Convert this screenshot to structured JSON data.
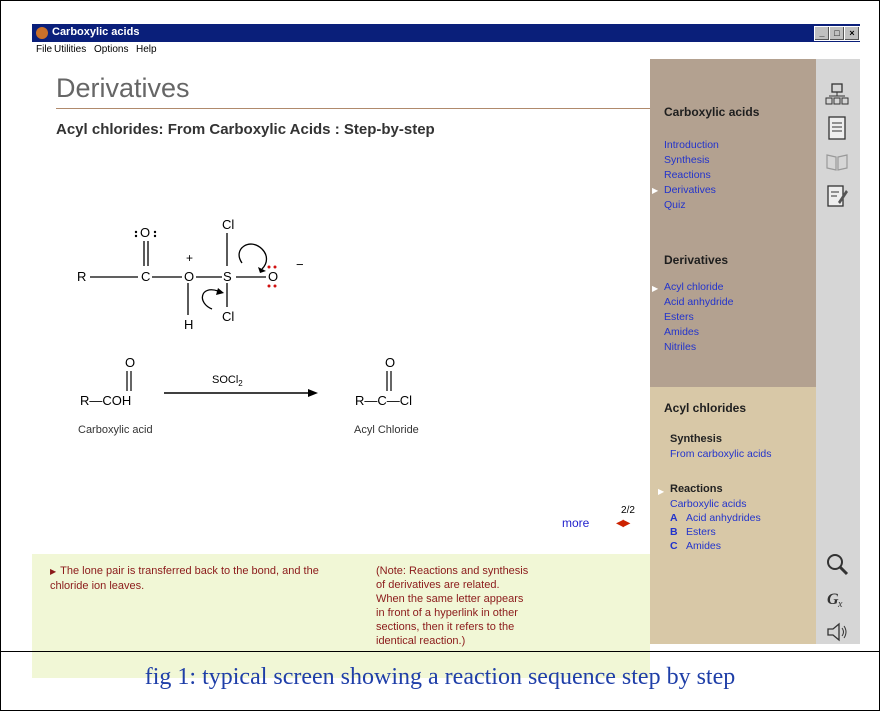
{
  "window": {
    "title": "Carboxylic acids",
    "controls": [
      "_",
      "□",
      "×"
    ]
  },
  "menu": [
    "File",
    "Utilities",
    "Options",
    "Help"
  ],
  "page": {
    "title": "Derivatives",
    "subtitle": "Acyl chlorides: From Carboxylic Acids : Step-by-step"
  },
  "mechanism": {
    "atoms": [
      "R",
      "C",
      "O",
      "O",
      "S",
      "Cl",
      "Cl",
      "O",
      "H"
    ],
    "charges": [
      "+",
      "−"
    ]
  },
  "reaction": {
    "reactant_top": "O",
    "reactant_formula": "R—COH",
    "reactant_label": "Carboxylic acid",
    "reagent": "SOCl",
    "reagent_sub": "2",
    "product_top": "O",
    "product_formula": "R—C—Cl",
    "product_label": "Acyl Chloride"
  },
  "nav": {
    "more": "more",
    "page": "2/2"
  },
  "notes": {
    "left": "The lone pair is transferred back to the bond, and the chloride ion leaves.",
    "right_lines": [
      "(Note: Reactions and synthesis",
      "of derivatives are related.",
      "When the same letter appears",
      "in front of a hyperlink in other",
      "sections, then it refers to the",
      "identical reaction.)"
    ]
  },
  "sidebar": {
    "section1_title": "Carboxylic acids",
    "section1_links": [
      "Introduction",
      "Synthesis",
      "Reactions",
      "Derivatives",
      "Quiz"
    ],
    "section2_title": "Derivatives",
    "section2_links": [
      "Acyl chloride",
      "Acid anhydride",
      "Esters",
      "Amides",
      "Nitriles"
    ],
    "section3_title": "Acyl chlorides",
    "synthesis_title": "Synthesis",
    "synthesis_link": "From carboxylic acids",
    "reactions_title": "Reactions",
    "reactions_first": "Carboxylic acids",
    "reactions_lettered": [
      {
        "letter": "A",
        "label": "Acid anhydrides"
      },
      {
        "letter": "B",
        "label": "Esters"
      },
      {
        "letter": "C",
        "label": "Amides"
      }
    ]
  },
  "toolbar_icons": [
    "sitemap-icon",
    "notes-icon",
    "book-icon",
    "edit-icon",
    "zoom-icon",
    "glossary-icon",
    "speaker-icon"
  ],
  "colors": {
    "titlebar": "#0a1f7a",
    "sidebar_top": "#b3a190",
    "sidebar_bottom": "#d8c8a7",
    "notes_bg": "#f1f7d6",
    "link": "#2233cc",
    "note_text": "#8b1a1a"
  },
  "caption": "fig 1: typical screen showing a reaction sequence step by step"
}
